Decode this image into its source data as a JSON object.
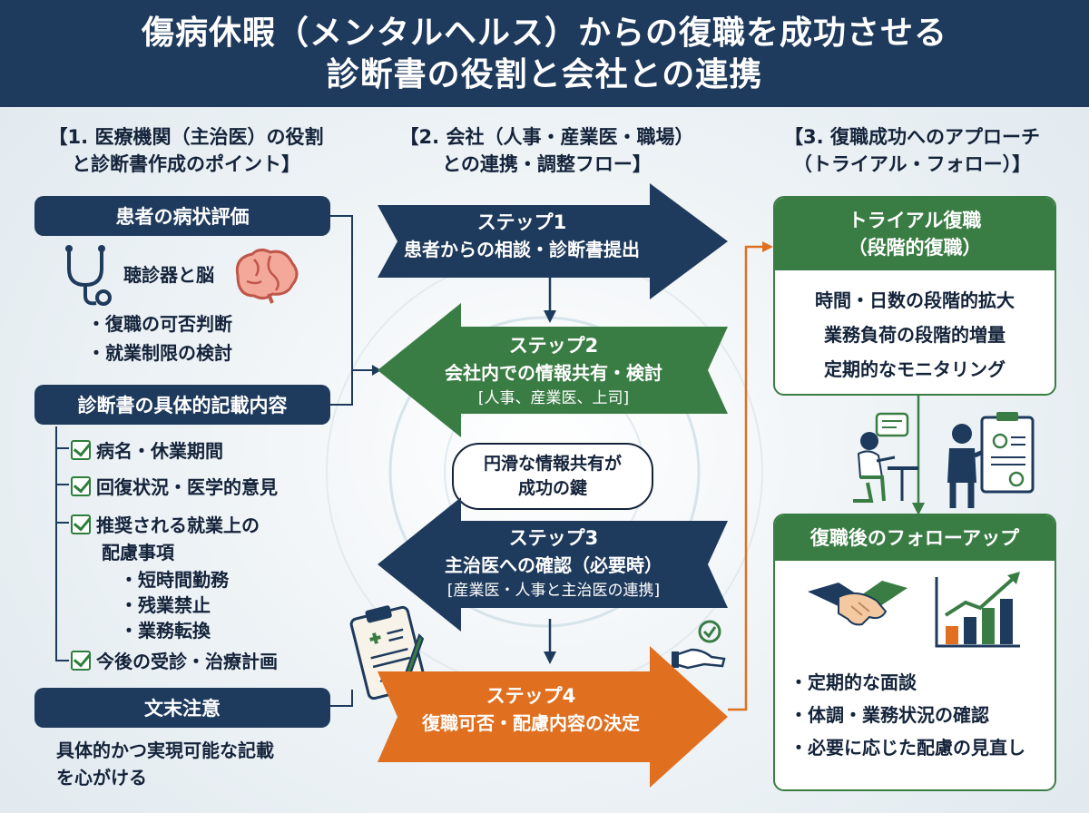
{
  "header": {
    "title_line1": "傷病休暇（メンタルヘルス）からの復職を成功させる",
    "title_line2": "診断書の役割と会社との連携"
  },
  "col1": {
    "heading_line1": "【1. 医療機関（主治医）の役割",
    "heading_line2": "と診断書作成のポイント】",
    "eval_title": "患者の病状評価",
    "stetho_label": "聴診器と脳",
    "eval_items": [
      "・復職の可否判断",
      "・就業制限の検討"
    ],
    "cert_title": "診断書の具体的記載内容",
    "cert_items": [
      "病名・休業期間",
      "回復状況・医学的意見",
      "推奨される就業上の"
    ],
    "cert_item3_cont": "配慮事項",
    "cert_subitems": [
      "・短時間勤務",
      "・残業禁止",
      "・業務転換"
    ],
    "cert_item4": "今後の受診・治療計画",
    "note_title": "文末注意",
    "note_line1": "具体的かつ実現可能な記載",
    "note_line2": "を心がける"
  },
  "col2": {
    "heading_line1": "【2. 会社（人事・産業医・職場）",
    "heading_line2": "との連携・調整フロー】",
    "step1_title": "ステップ1",
    "step1_text": "患者からの相談・診断書提出",
    "step2_title": "ステップ2",
    "step2_text": "会社内での情報共有・検討",
    "step2_sub": "[人事、産業医、上司]",
    "bubble_line1": "円滑な情報共有が",
    "bubble_line2": "成功の鍵",
    "step3_title": "ステップ3",
    "step3_text": "主治医への確認（必要時）",
    "step3_sub": "[産業医・人事と主治医の連携]",
    "step4_title": "ステップ4",
    "step4_text": "復職可否・配慮内容の決定"
  },
  "col3": {
    "heading_line1": "【3. 復職成功へのアプローチ",
    "heading_line2": "（トライアル・フォロー）】",
    "trial_title1": "トライアル復職",
    "trial_title2": "（段階的復職）",
    "trial_items": [
      "時間・日数の段階的拡大",
      "業務負荷の段階的増量",
      "定期的なモニタリング"
    ],
    "follow_title": "復職後のフォローアップ",
    "follow_items": [
      "・定期的な面談",
      "・体調・業務状況の確認",
      "・必要に応じた配慮の見直し"
    ]
  },
  "colors": {
    "navy": "#1e3a5c",
    "green": "#3a7d44",
    "orange": "#e07020"
  }
}
